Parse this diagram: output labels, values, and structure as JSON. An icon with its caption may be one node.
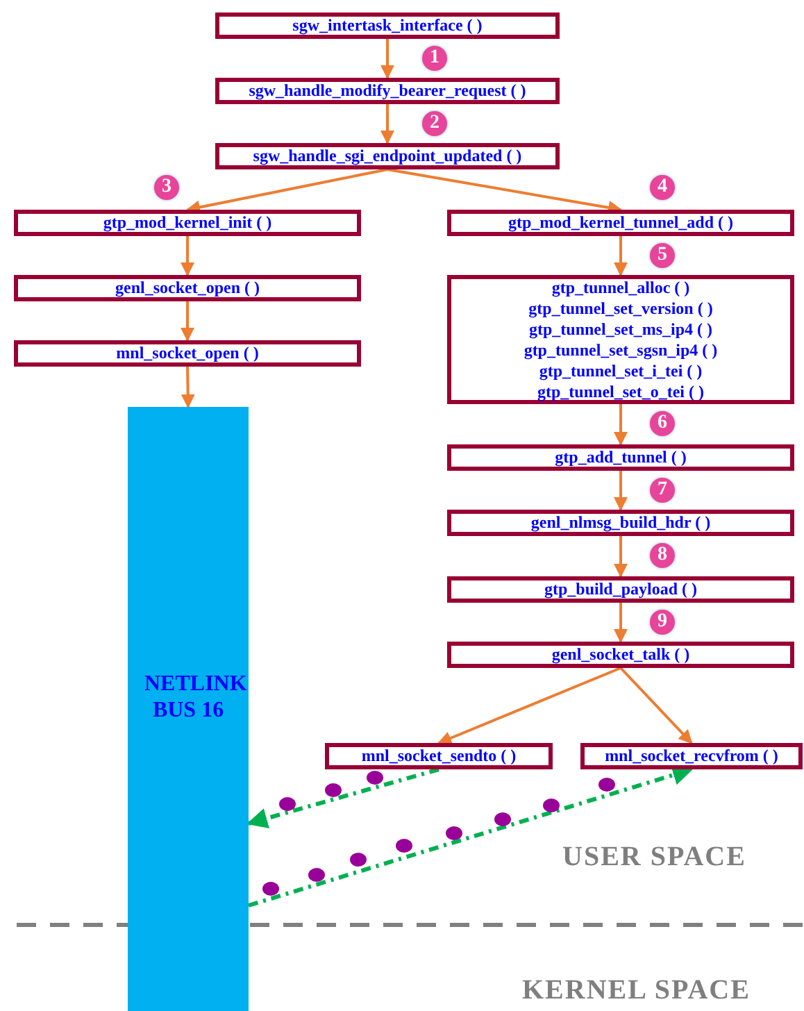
{
  "diagram": {
    "nodes": [
      {
        "text": [
          "sgw_intertask_interface ( )"
        ]
      },
      {
        "text": [
          "sgw_handle_modify_bearer_request ( )"
        ]
      },
      {
        "text": [
          "sgw_handle_sgi_endpoint_updated ( )"
        ]
      },
      {
        "text": [
          "gtp_mod_kernel_init ( )"
        ]
      },
      {
        "text": [
          "gtp_mod_kernel_tunnel_add ( )"
        ]
      },
      {
        "text": [
          "genl_socket_open ( )"
        ]
      },
      {
        "text": [
          "mnl_socket_open ( )"
        ]
      },
      {
        "text": [
          "gtp_tunnel_alloc ( )",
          "gtp_tunnel_set_version ( )",
          "gtp_tunnel_set_ms_ip4 ( )",
          "gtp_tunnel_set_sgsn_ip4 ( )",
          "gtp_tunnel_set_i_tei ( )",
          "gtp_tunnel_set_o_tei ( )"
        ]
      },
      {
        "text": [
          "NETLINK BUS 16"
        ]
      },
      {
        "text": [
          "gtp_add_tunnel ( )"
        ]
      },
      {
        "text": [
          "genl_nlmsg_build_hdr ( )"
        ]
      },
      {
        "text": [
          "gtp_build_payload ( )"
        ]
      },
      {
        "text": [
          "genl_socket_talk ( )"
        ]
      },
      {
        "text": [
          "mnl_socket_sendto ( )"
        ]
      },
      {
        "text": [
          "mnl_socket_recvfrom ( )"
        ]
      }
    ],
    "edges": [
      {
        "from": 0,
        "to": 1,
        "arrow": "to"
      },
      {
        "from": 1,
        "to": 2,
        "arrow": "to"
      },
      {
        "from": 2,
        "to": 3,
        "arrow": "to"
      },
      {
        "from": 2,
        "to": 4,
        "arrow": "to"
      },
      {
        "from": 3,
        "to": 5,
        "arrow": "to"
      },
      {
        "from": 5,
        "to": 6,
        "arrow": "to"
      },
      {
        "from": 6,
        "to": 8,
        "arrow": "to"
      },
      {
        "from": 4,
        "to": 7,
        "arrow": "to"
      },
      {
        "from": 7,
        "to": 9,
        "arrow": "to"
      },
      {
        "from": 9,
        "to": 10,
        "arrow": "to"
      },
      {
        "from": 10,
        "to": 11,
        "arrow": "to"
      },
      {
        "from": 11,
        "to": 12,
        "arrow": "to"
      },
      {
        "from": 12,
        "to": 13,
        "arrow": "to"
      },
      {
        "from": 12,
        "to": 14,
        "arrow": "to"
      },
      {
        "from": 13,
        "to": 8,
        "arrow": "to",
        "style": "dashed",
        "color": "#00b050"
      },
      {
        "from": 8,
        "to": 14,
        "arrow": "to",
        "style": "dashed",
        "color": "#00b050"
      }
    ],
    "labels": [
      "1",
      "2",
      "3",
      "4",
      "5",
      "6",
      "7",
      "8",
      "9",
      "USER SPACE",
      "KERNEL SPACE"
    ]
  }
}
